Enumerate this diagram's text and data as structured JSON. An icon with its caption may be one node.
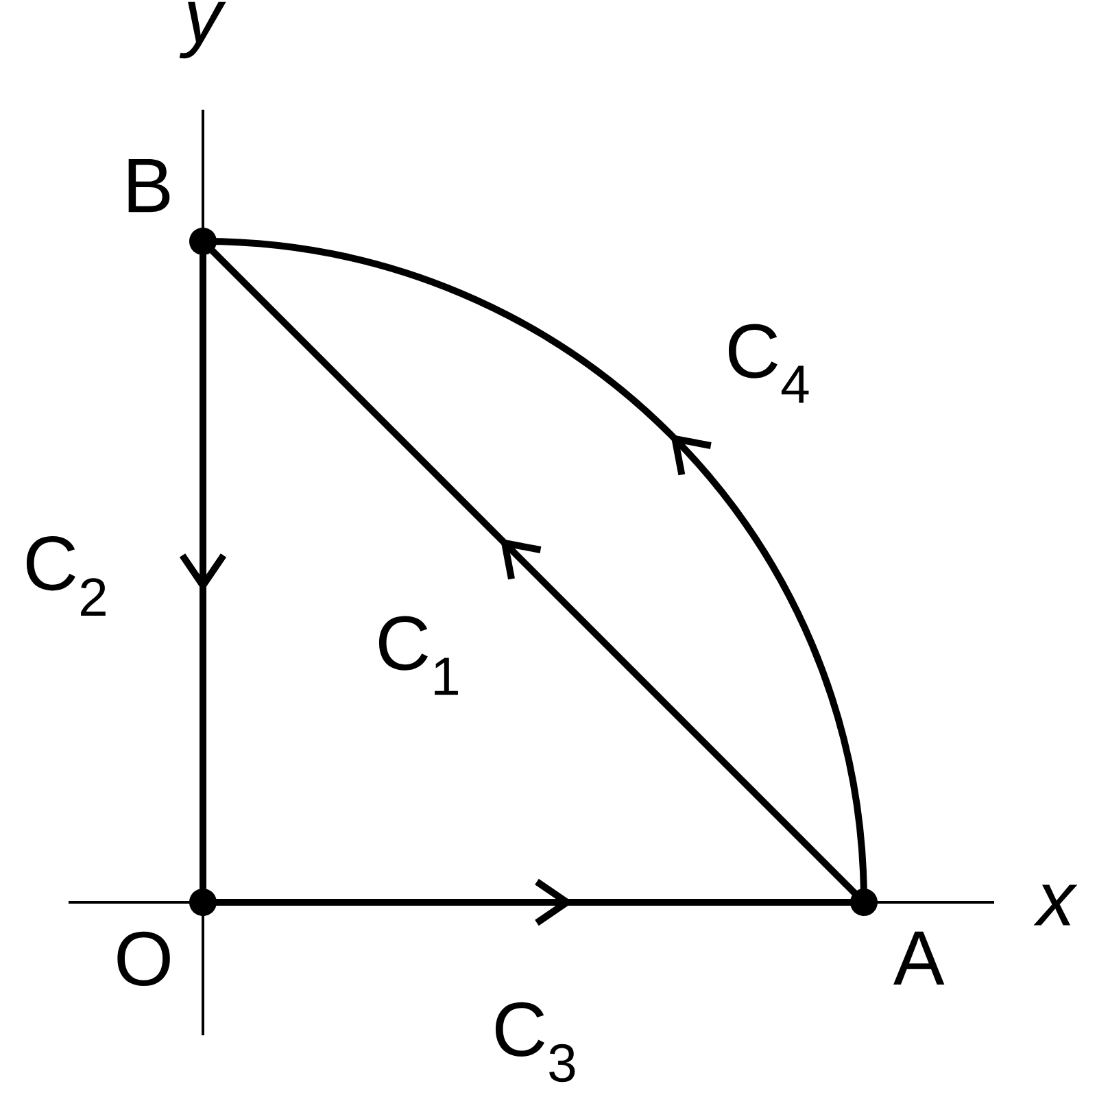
{
  "diagram": {
    "nodes": [
      {
        "text": [
          "O"
        ]
      },
      {
        "text": [
          "A"
        ]
      },
      {
        "text": [
          "B"
        ]
      }
    ],
    "edges": [
      {
        "from": 1,
        "to": 2,
        "arrow": "to",
        "label": "C$_{1}$"
      },
      {
        "from": 2,
        "to": 0,
        "arrow": "to",
        "label": "C$_{2}$"
      },
      {
        "from": 0,
        "to": 1,
        "arrow": "to",
        "label": "C$_{3}$"
      },
      {
        "from": 1,
        "to": 2,
        "arrow": "to",
        "label": "C$_{4}$"
      }
    ],
    "labels": [
      "x",
      "y"
    ]
  }
}
